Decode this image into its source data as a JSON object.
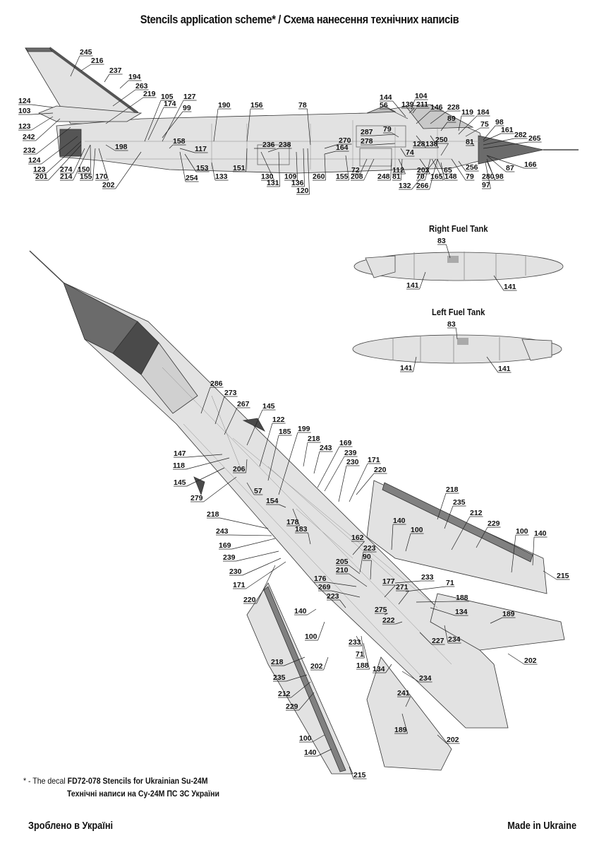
{
  "title": "Stencils application scheme* / Схема нанесення технічних написів",
  "fuel_tanks": {
    "right": {
      "title": "Right Fuel Tank",
      "labels": [
        "83",
        "141",
        "141"
      ]
    },
    "left": {
      "title": "Left Fuel Tank",
      "labels": [
        "83",
        "141",
        "141"
      ]
    }
  },
  "side_view": {
    "labels": [
      "245",
      "216",
      "237",
      "194",
      "263",
      "219",
      "105",
      "174",
      "127",
      "99",
      "124",
      "103",
      "123",
      "242",
      "232",
      "124",
      "123",
      "201",
      "274",
      "214",
      "150",
      "155",
      "170",
      "202",
      "198",
      "158",
      "117",
      "153",
      "254",
      "190",
      "133",
      "156",
      "151",
      "236",
      "238",
      "130",
      "131",
      "109",
      "136",
      "120",
      "78",
      "270",
      "164",
      "260",
      "155",
      "287",
      "278",
      "79",
      "72",
      "208",
      "248",
      "112",
      "81",
      "74",
      "144",
      "56",
      "139",
      "104",
      "211",
      "146",
      "228",
      "89",
      "128",
      "138",
      "250",
      "203",
      "70",
      "165",
      "132",
      "266",
      "65",
      "148",
      "79",
      "119",
      "184",
      "75",
      "81",
      "98",
      "161",
      "282",
      "265",
      "166",
      "87",
      "256",
      "280",
      "98",
      "97"
    ]
  },
  "plan_view": {
    "labels": [
      "286",
      "273",
      "267",
      "145",
      "122",
      "185",
      "199",
      "218",
      "243",
      "169",
      "239",
      "230",
      "171",
      "220",
      "147",
      "118",
      "145",
      "279",
      "206",
      "57",
      "154",
      "218",
      "243",
      "169",
      "239",
      "230",
      "171",
      "220",
      "178",
      "183",
      "162",
      "223",
      "90",
      "205",
      "210",
      "176",
      "269",
      "223",
      "177",
      "271",
      "275",
      "233",
      "71",
      "188",
      "134",
      "222",
      "227",
      "234",
      "189",
      "202",
      "218",
      "235",
      "212",
      "229",
      "100",
      "140",
      "100",
      "140",
      "215",
      "140",
      "100",
      "202",
      "218",
      "235",
      "212",
      "229",
      "233",
      "71",
      "188",
      "134",
      "234",
      "241",
      "189",
      "202",
      "100",
      "140",
      "215"
    ]
  },
  "footnote": {
    "prefix": "* - The decal ",
    "decal": "FD72-078 Stencils for Ukrainian  Su-24M",
    "line2": "Технічні написи на Су-24М ПС ЗС України"
  },
  "footer": {
    "left": "Зроблено в Україні",
    "right": "Made in Ukraine"
  },
  "colors": {
    "airframe": "#e2e2e2",
    "radome": "#6b6b6b",
    "dark_panel": "#4a4a4a",
    "leading_edge": "#808080",
    "line": "#333333"
  }
}
